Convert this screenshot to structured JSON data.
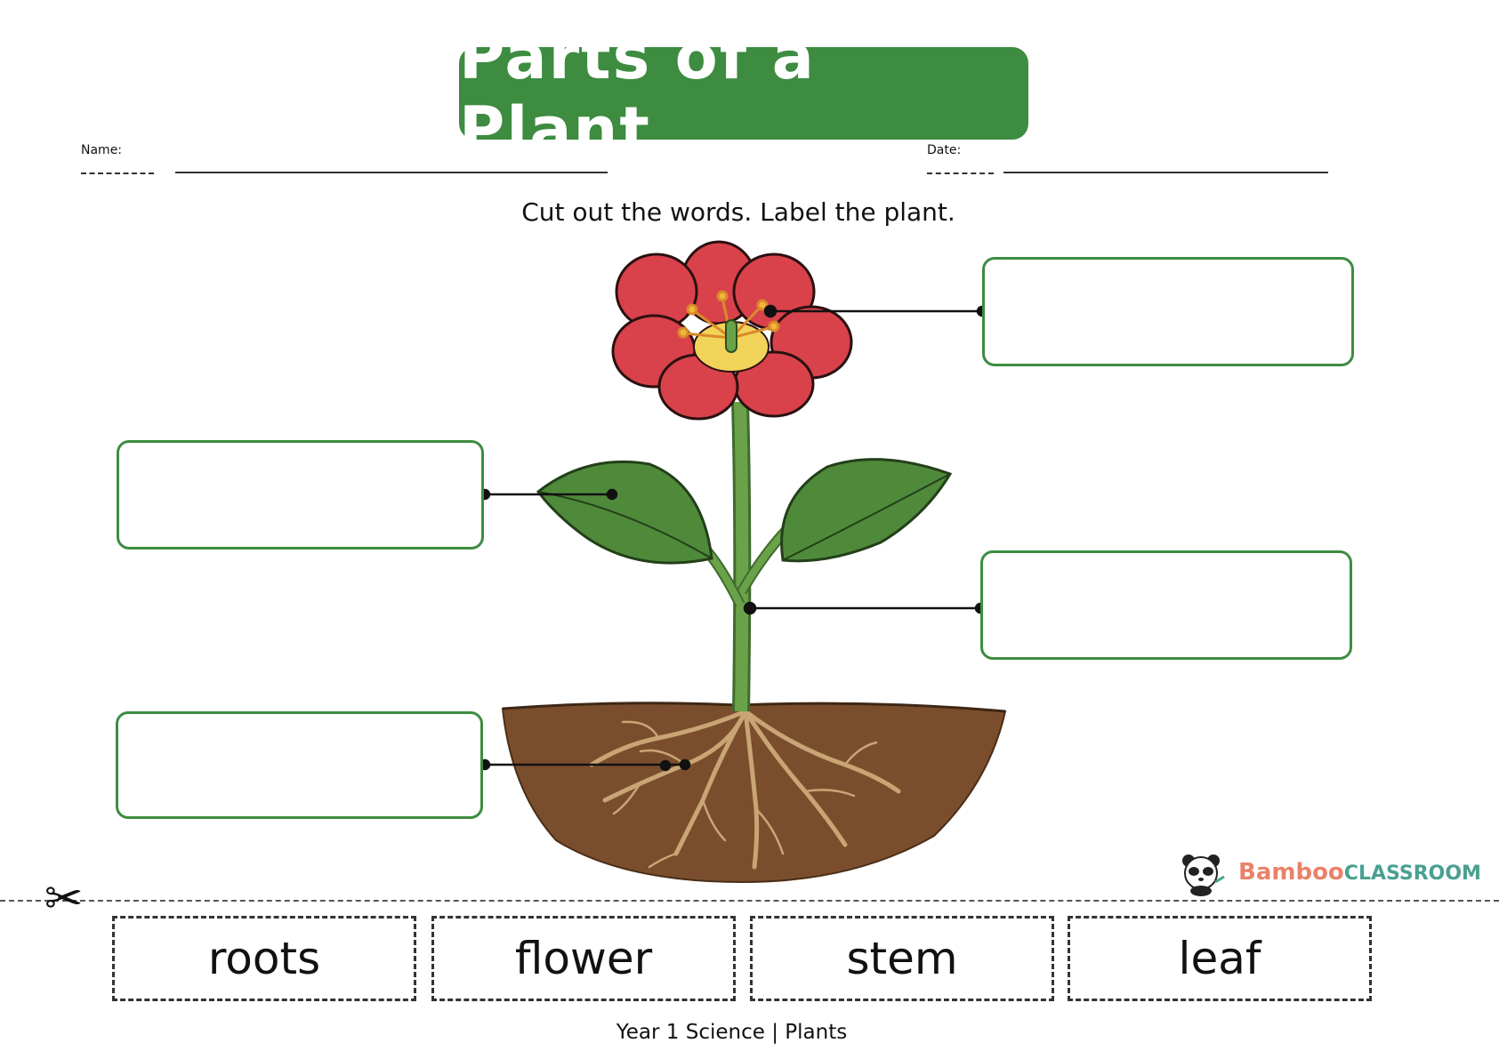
{
  "title": "Parts of a Plant",
  "fields": {
    "name_label": "Name:",
    "date_label": "Date:"
  },
  "instruction": "Cut out the words. Label the plant.",
  "brand": {
    "part1": "Bamboo",
    "part2": "CLASSROOM",
    "icon": "panda-icon"
  },
  "word_cards": [
    "roots",
    "flower",
    "stem",
    "leaf"
  ],
  "footer": "Year 1 Science | Plants",
  "colors": {
    "accent_green": "#3d8c40",
    "petal_red": "#d9424b",
    "soil_brown": "#7a4e2d"
  }
}
